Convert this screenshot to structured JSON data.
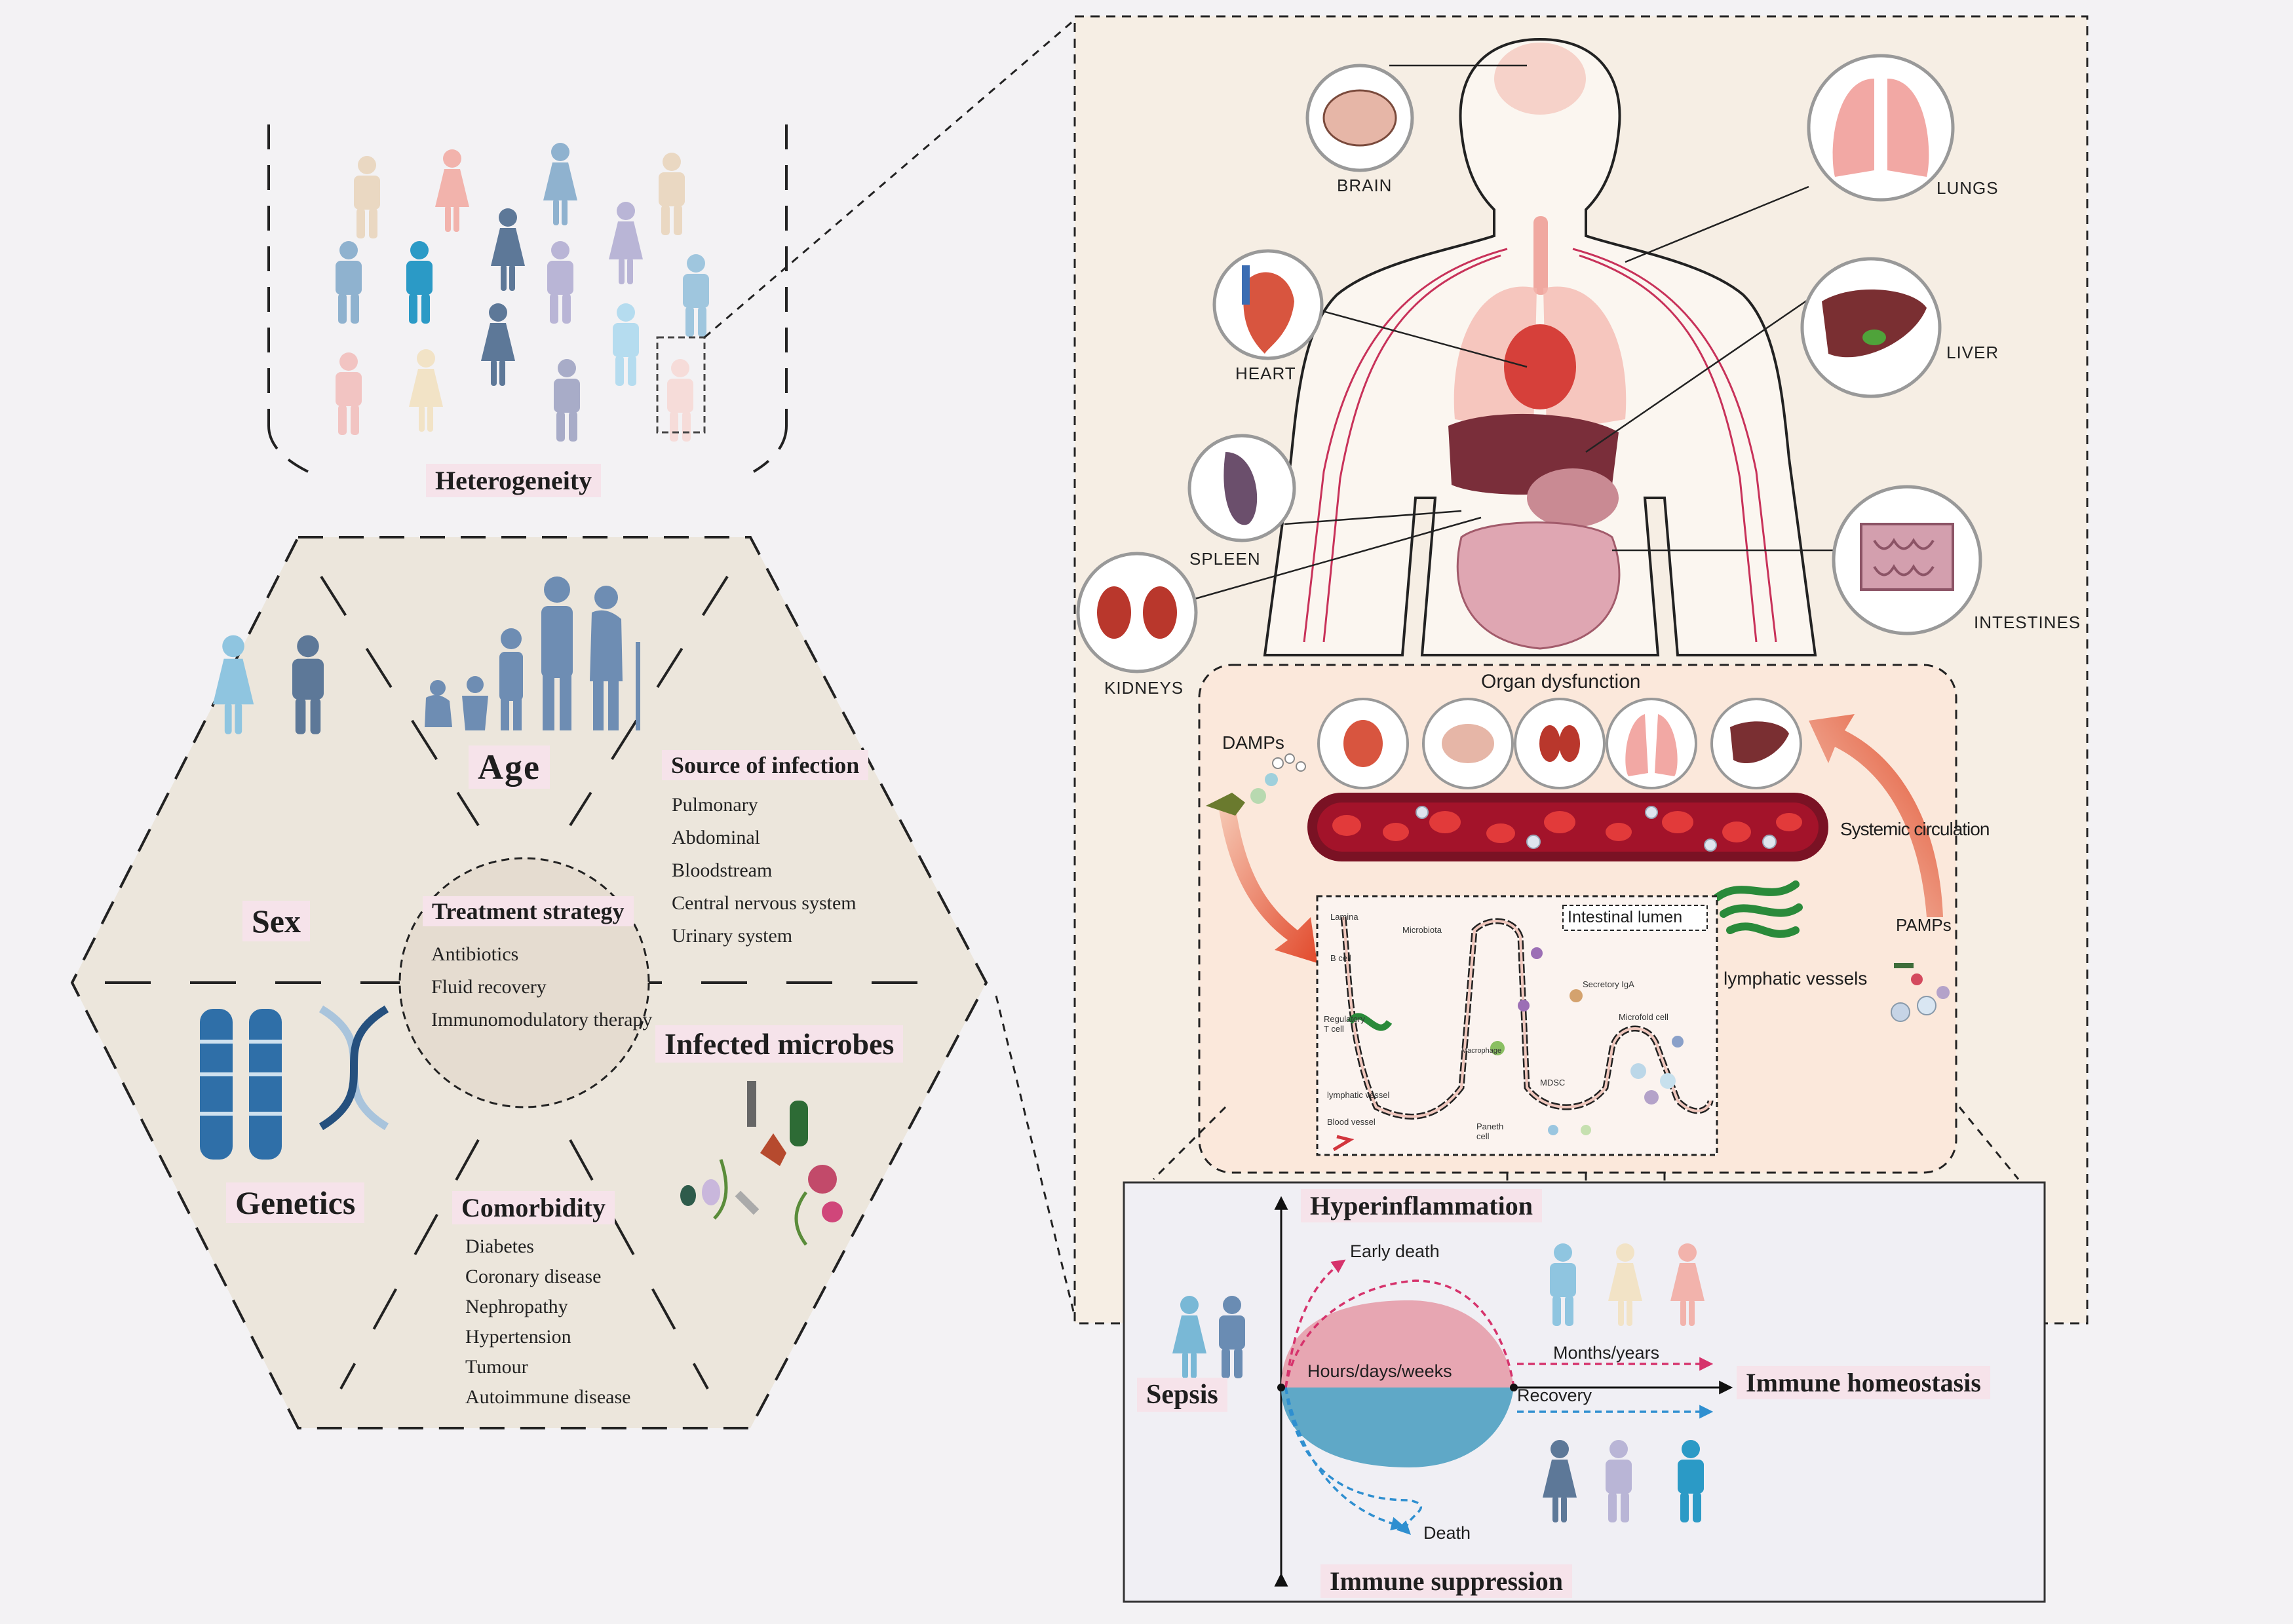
{
  "left": {
    "heterogeneity": "Heterogeneity",
    "age": "Age",
    "sex": "Sex",
    "genetics": "Genetics",
    "source_of_infection": {
      "title": "Source of infection",
      "items": [
        "Pulmonary",
        "Abdominal",
        "Bloodstream",
        "Central nervous system",
        "Urinary system"
      ]
    },
    "treatment_strategy": {
      "title": "Treatment strategy",
      "items": [
        "Antibiotics",
        "Fluid recovery",
        "Immunomodulatory therapy"
      ]
    },
    "infected_microbes": "Infected microbes",
    "comorbidity": {
      "title": "Comorbidity",
      "items": [
        "Diabetes",
        "Coronary disease",
        "Nephropathy",
        "Hypertension",
        "Tumour",
        "Autoimmune disease"
      ]
    }
  },
  "organs": {
    "brain": "BRAIN",
    "lungs": "LUNGS",
    "heart": "HEART",
    "liver": "LIVER",
    "spleen": "SPLEEN",
    "intestines": "INTESTINES",
    "kidneys": "KIDNEYS"
  },
  "dysfunction": {
    "title": "Organ dysfunction",
    "damps": "DAMPs",
    "pamps": "PAMPs",
    "systemic_circulation": "Systemic circulation",
    "lymphatic_vessels": "lymphatic vessels",
    "intestinal_lumen": "Intestinal lumen",
    "small_labels": {
      "lamina": "Lamina",
      "microbiota": "Microbiota",
      "b_cell": "B cell",
      "regulatory_t": "Regulatory T cell",
      "secretory_iga": "Secretory IgA",
      "microfold": "Microfold cell",
      "macrophage": "Macrophage",
      "mdsc": "MDSC",
      "lymphatic": "lymphatic vessel",
      "blood_vessel": "Blood vessel",
      "paneth": "Paneth cell"
    }
  },
  "timeline": {
    "hyperinflammation": "Hyperinflammation",
    "early_death": "Early death",
    "months_years": "Months/years",
    "hours_days_weeks": "Hours/days/weeks",
    "recovery": "Recovery",
    "immune_homeostasis": "Immune homeostasis",
    "sepsis": "Sepsis",
    "death": "Death",
    "immune_suppression": "Immune suppression"
  },
  "colors": {
    "hex_fill": "#ece6dc",
    "panel_fill": "#f6eee4",
    "pink_label": "#f6e3ea",
    "blue_person": "#6e8db3",
    "magenta_curve": "#d6336c",
    "blue_curve": "#2f8fd0",
    "red_area": "#e7a6b2",
    "blue_area": "#5fa8c7"
  }
}
